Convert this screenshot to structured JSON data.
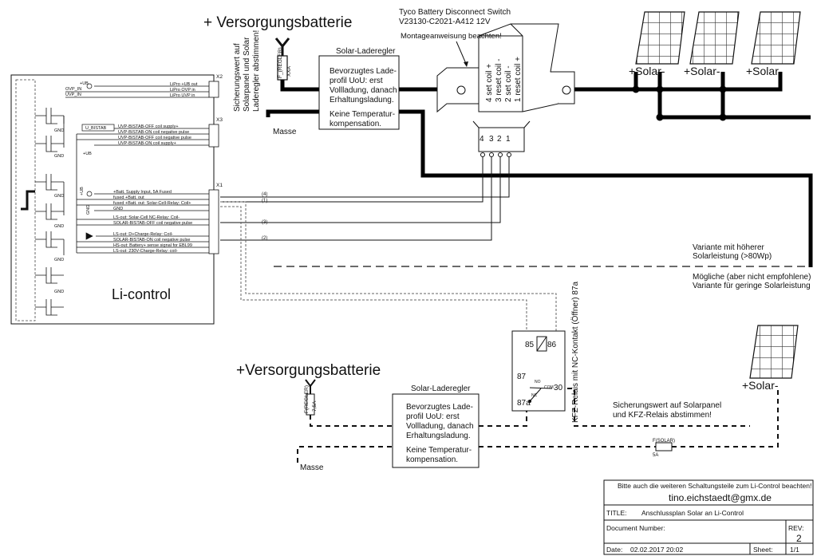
{
  "top": {
    "battery_title": "+ Versorgungsbatterie",
    "fuse_label": "F_(REGLER)",
    "fuse_value": "XXA",
    "fuse_note": [
      "Sicherungswert auf",
      "Solarpanel und Solar",
      "Laderegler abstimmen!"
    ],
    "masse": "Masse",
    "controller_title": "Solar-Laderegler",
    "controller_text": [
      "Bevorzugtes Lade-",
      "profil UoU:  erst",
      "Vollladung, danach",
      "Erhaltungsladung."
    ],
    "controller_text2": [
      "Keine Temperatur-",
      "kompensation."
    ],
    "switch_title": [
      "Tyco Battery Disconnect Switch",
      "V23130-C2021-A412      12V"
    ],
    "switch_mount_note": "Montageanweisung beachten!",
    "coil_labels": [
      "4 set coil +",
      "3 reset coil -",
      "2 set coil -",
      "1 reset coil +"
    ],
    "connector_pins": [
      "4",
      "3",
      "2",
      "1"
    ],
    "panel_labels": [
      "+Solar-",
      "+Solar-",
      "+Solar-"
    ],
    "variant_high": [
      "Variante mit höherer",
      "Solarleistung (>80Wp)"
    ]
  },
  "licontrol": {
    "title": "Li-control",
    "x2_header": "X2",
    "x2_left_labels": [
      "+UB",
      "OVP_IN",
      "UVP_IN"
    ],
    "x2_right_labels": [
      "LiPro +UB out",
      "LiPro OVP in",
      "LiPro UVP in"
    ],
    "x3_header": "X3",
    "x3_box": "U_BISTAB",
    "x3_labels": [
      "UVP-BISTAB-OFF coil supply+",
      "UVP-BISTAB-ON coil negative pulse",
      "UVP-BISTAB-OFF coil negative pulse",
      "UVP-BISTAB-ON coil supply+"
    ],
    "x1_header": "X1",
    "x1_labels": [
      "+Batt. Supply Input, 5A Fused",
      "fused +Batt. out",
      "fused +Batt. out: Solar-Cell-Relay: Coil+",
      "GND",
      "LS-out: Solar-Cell NC-Relay: Coil-",
      "SOLAR-BISTAB-OFF coil negative pulse",
      "LS-out: D+Charge-Relay: Coil-",
      "SOLAR-BISTAB-ON coil negative pulse",
      "HS-out: Battery+ sense signal for EBL99",
      "LS-out: 230V-Charge-Relay: coil-"
    ],
    "wire_numbers": [
      "(4)",
      "(1)",
      "(3)",
      "(2)"
    ],
    "gnd": "GND",
    "plus_ub": "+UB"
  },
  "bottom": {
    "variant_low": [
      "Mögliche (aber nicht empfohlene)",
      "Variante für geringe Solarleistung"
    ],
    "battery_title": "+Versorgungsbatterie",
    "fuse_label": "F(REGLER)",
    "fuse_value": "7,5A",
    "masse": "Masse",
    "controller_title": "Solar-Laderegler",
    "controller_text": [
      "Bevorzugtes Lade-",
      "profil UoU:  erst",
      "Vollladung, danach",
      "Erhaltungsladung."
    ],
    "controller_text2": [
      "Keine Temperatur-",
      "kompensation."
    ],
    "relay_pins": [
      "85",
      "86",
      "87",
      "87a",
      "30"
    ],
    "relay_contact_labels": [
      "NO",
      "NC",
      "COM"
    ],
    "relay_caption": "KFZ-Relais mit NC-Kontakt (Öffner) 87a",
    "fuse2_label": "F(SOLAR)",
    "fuse2_value": "5A",
    "fuse2_note": [
      "Sicherungswert auf Solarpanel",
      "und KFZ-Relais abstimmen!"
    ],
    "panel_label": "+Solar-"
  },
  "titleblock": {
    "note": "Bitte auch die weiteren Schaltungsteile zum Li-Control beachten!",
    "email": "tino.eichstaedt@gmx.de",
    "title_key": "TITLE:",
    "title_value": "Anschlussplan Solar an Li-Control",
    "docnum_key": "Document Number:",
    "rev_key": "REV:",
    "rev_value": "2",
    "date_key": "Date:",
    "date_value": "02.02.2017 20:02",
    "sheet_key": "Sheet:",
    "sheet_value": "1/1"
  }
}
